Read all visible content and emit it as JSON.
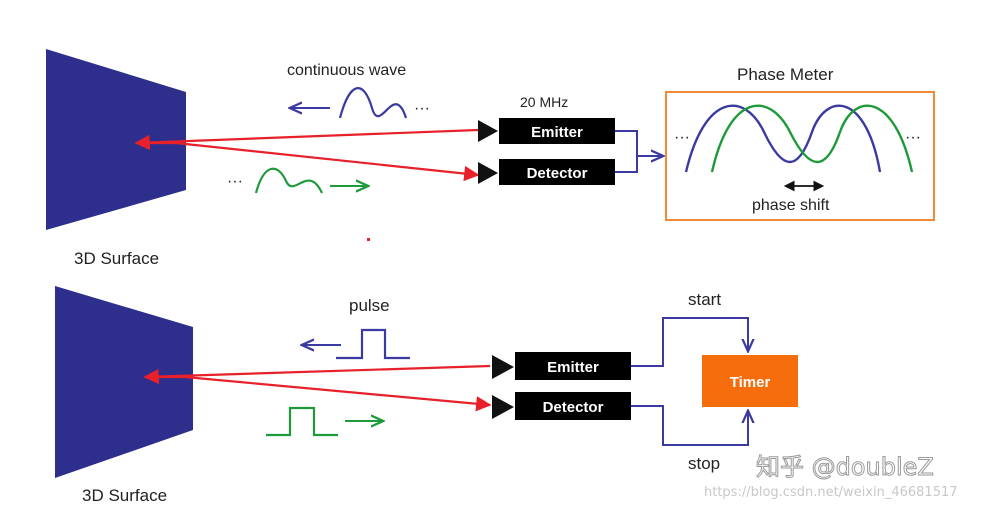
{
  "colors": {
    "surface": "#2e2e8c",
    "beam": "#e8202a",
    "blue_wave": "#3a3aa0",
    "green_wave": "#1f9a3a",
    "box": "#000000",
    "timer": "#f56d0c",
    "meter_border": "#f08a3a",
    "connector": "#3a3aa0"
  },
  "top": {
    "surface_label": "3D Surface",
    "wave_label": "continuous wave",
    "ellipsis": "···",
    "frequency_label": "20 MHz",
    "emitter_label": "Emitter",
    "detector_label": "Detector",
    "meter_title": "Phase Meter",
    "phase_shift_label": "phase shift"
  },
  "bottom": {
    "surface_label": "3D Surface",
    "pulse_label": "pulse",
    "emitter_label": "Emitter",
    "detector_label": "Detector",
    "timer_label": "Timer",
    "start_label": "start",
    "stop_label": "stop"
  },
  "watermark": {
    "handle": "知乎 @doubleZ",
    "url": "https://blog.csdn.net/weixin_46681517"
  }
}
